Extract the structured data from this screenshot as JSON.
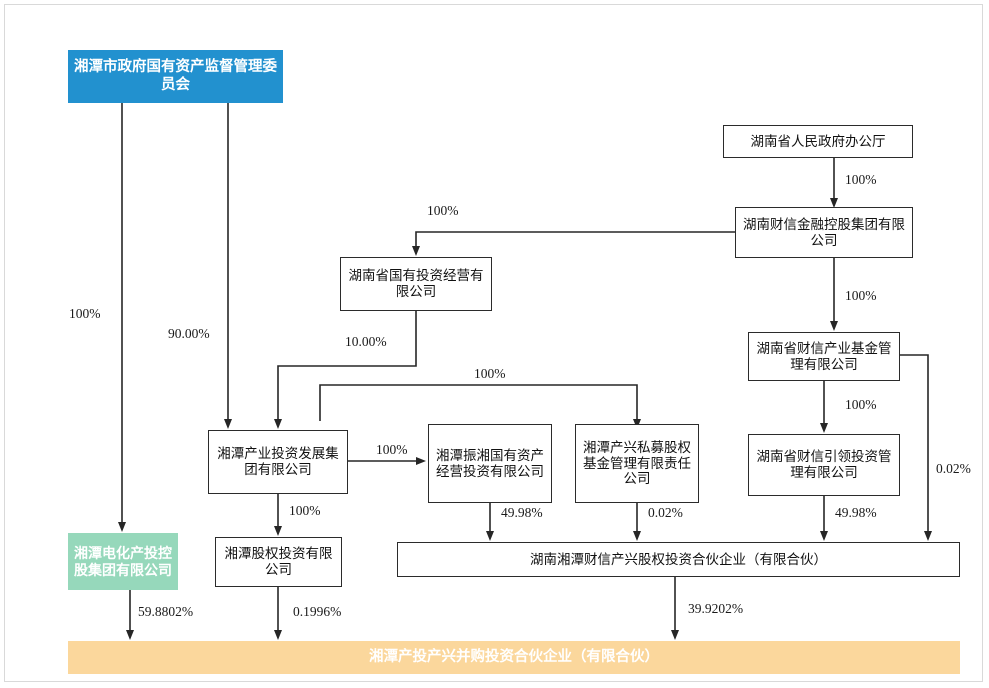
{
  "diagram": {
    "type": "ownership-structure-chart",
    "background": "#ffffff",
    "colors": {
      "blue_box": "#2291cf",
      "green_box": "#96d8bb",
      "orange_box": "#fbd79c",
      "line": "#262626",
      "plain_box_border": "#2b2b2b",
      "frame_border": "#d9d9d9"
    },
    "nodes": [
      {
        "id": "xiangtan_sasac",
        "label": "湘潭市政府国有资产监督管理委员会",
        "style": "blue"
      },
      {
        "id": "hunan_gov_office",
        "label": "湖南省人民政府办公厅",
        "style": "plain"
      },
      {
        "id": "hunan_caixin_holding",
        "label": "湖南财信金融控股集团有限公司",
        "style": "plain"
      },
      {
        "id": "hunan_state_invest",
        "label": "湖南省国有投资经营有限公司",
        "style": "plain"
      },
      {
        "id": "caixin_industry_fund",
        "label": "湖南省财信产业基金管理有限公司",
        "style": "plain"
      },
      {
        "id": "caixin_yinling",
        "label": "湖南省财信引领投资管理有限公司",
        "style": "plain"
      },
      {
        "id": "xt_industry_invest",
        "label": "湘潭产业投资发展集团有限公司",
        "style": "plain"
      },
      {
        "id": "xt_zhenxiang",
        "label": "湘潭振湘国有资产经营投资有限公司",
        "style": "plain"
      },
      {
        "id": "xt_chanxing_pe",
        "label": "湘潭产兴私募股权基金管理有限责任公司",
        "style": "plain"
      },
      {
        "id": "xt_dianhua",
        "label": "湘潭电化产投控股集团有限公司",
        "style": "green"
      },
      {
        "id": "xt_equity_invest",
        "label": "湘潭股权投资有限公司",
        "style": "plain"
      },
      {
        "id": "hn_xt_caixin_lp",
        "label": "湖南湘潭财信产兴股权投资合伙企业（有限合伙）",
        "style": "plain"
      },
      {
        "id": "xt_chantou_merger_lp",
        "label": "湘潭产投产兴并购投资合伙企业（有限合伙）",
        "style": "orange"
      }
    ],
    "edges": [
      {
        "from": "hunan_gov_office",
        "to": "hunan_caixin_holding",
        "percent": "100%"
      },
      {
        "from": "hunan_caixin_holding",
        "to": "hunan_state_invest",
        "percent": "100%"
      },
      {
        "from": "hunan_caixin_holding",
        "to": "caixin_industry_fund",
        "percent": "100%"
      },
      {
        "from": "caixin_industry_fund",
        "to": "caixin_yinling",
        "percent": "100%"
      },
      {
        "from": "caixin_industry_fund",
        "to": "hn_xt_caixin_lp",
        "percent": "0.02%"
      },
      {
        "from": "caixin_yinling",
        "to": "hn_xt_caixin_lp",
        "percent": "49.98%"
      },
      {
        "from": "xiangtan_sasac",
        "to": "xt_dianhua",
        "percent": "100%"
      },
      {
        "from": "xiangtan_sasac",
        "to": "xt_industry_invest",
        "percent": "90.00%"
      },
      {
        "from": "hunan_state_invest",
        "to": "xt_industry_invest",
        "percent": "10.00%"
      },
      {
        "from": "hunan_state_invest",
        "to": "xt_chanxing_pe",
        "percent": "100%"
      },
      {
        "from": "xt_industry_invest",
        "to": "xt_zhenxiang",
        "percent": "100%"
      },
      {
        "from": "xt_industry_invest",
        "to": "xt_equity_invest",
        "percent": "100%"
      },
      {
        "from": "xt_zhenxiang",
        "to": "hn_xt_caixin_lp",
        "percent": "49.98%"
      },
      {
        "from": "xt_chanxing_pe",
        "to": "hn_xt_caixin_lp",
        "percent": "0.02%"
      },
      {
        "from": "xt_dianhua",
        "to": "xt_chantou_merger_lp",
        "percent": "59.8802%"
      },
      {
        "from": "xt_equity_invest",
        "to": "xt_chantou_merger_lp",
        "percent": "0.1996%"
      },
      {
        "from": "hn_xt_caixin_lp",
        "to": "xt_chantou_merger_lp",
        "percent": "39.9202%"
      }
    ],
    "labels": {
      "pct_gov_to_caixin": "100%",
      "pct_caixin_to_stateinvest": "100%",
      "pct_caixin_to_fund": "100%",
      "pct_fund_to_yinling": "100%",
      "pct_fund_to_lp": "0.02%",
      "pct_yinling_to_lp": "49.98%",
      "pct_sasac_to_dianhua": "100%",
      "pct_sasac_to_chanye": "90.00%",
      "pct_stateinvest_to_chanye": "10.00%",
      "pct_stateinvest_to_pe": "100%",
      "pct_chanye_to_zhenxiang": "100%",
      "pct_chanye_to_equity": "100%",
      "pct_zhenxiang_to_lp": "49.98%",
      "pct_pe_to_lp": "0.02%",
      "pct_dianhua_to_target": "59.8802%",
      "pct_equity_to_target": "0.1996%",
      "pct_lp_to_target": "39.9202%"
    }
  }
}
